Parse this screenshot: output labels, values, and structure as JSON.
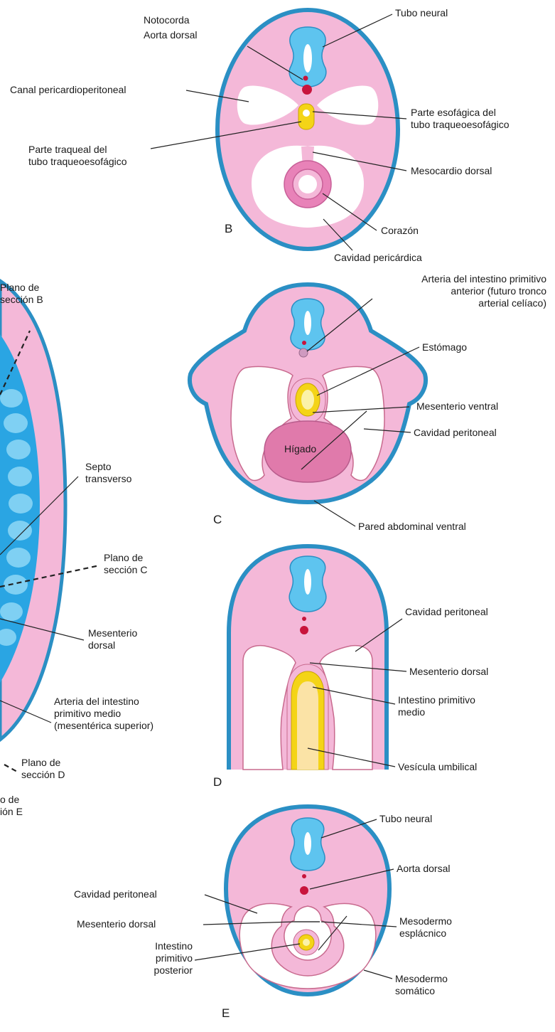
{
  "palette": {
    "body_pink": "#f4b8d8",
    "body_outline_blue": "#2b8fc4",
    "neural_tube": "#5ec4ef",
    "gut_yellow": "#f4d417",
    "aorta_red": "#c8143c",
    "liver": "#e07aab",
    "heart": "#e882b8",
    "yolk_cream": "#fbe3a6",
    "cavity_white": "#ffffff",
    "somite_blue": "#3cb4ea"
  },
  "panels": {
    "B": "B",
    "C": "C",
    "D": "D",
    "E": "E"
  },
  "labels": {
    "notocorda": "Notocorda",
    "aorta_dorsal_b": "Aorta dorsal",
    "tubo_neural_b": "Tubo neural",
    "canal_pericardio": "Canal pericardioperitoneal",
    "parte_esofagica": "Parte esofágica del\ntubo traqueoesofágico",
    "parte_traqueal": "Parte traqueal del\ntubo traqueoesofágico",
    "mesocardio_dorsal": "Mesocardio dorsal",
    "corazon": "Corazón",
    "cavidad_pericardica": "Cavidad pericárdica",
    "arteria_intestino_anterior": "Arteria del intestino primitivo\nanterior (futuro tronco\narterial celíaco)",
    "plano_b": "Plano de\nsección B",
    "estomago": "Estómago",
    "mesenterio_ventral": "Mesenterio ventral",
    "higado": "Hígado",
    "cavidad_peritoneal_c": "Cavidad peritoneal",
    "septo_transverso": "Septo\ntransverso",
    "pared_abdominal": "Pared abdominal ventral",
    "plano_c": "Plano de\nsección C",
    "cavidad_peritoneal_d": "Cavidad peritoneal",
    "mesenterio_dorsal_left": "Mesenterio\ndorsal",
    "mesenterio_dorsal_d": "Mesenterio dorsal",
    "arteria_intestino_medio": "Arteria del intestino\nprimitivo medio\n(mesentérica superior)",
    "intestino_medio": "Intestino primitivo\nmedio",
    "plano_d": "Plano de\nsección D",
    "vesicula_umbilical": "Vesícula umbilical",
    "plano_e": "o de\nión E",
    "tubo_neural_e": "Tubo neural",
    "aorta_dorsal_e": "Aorta dorsal",
    "cavidad_peritoneal_e": "Cavidad peritoneal",
    "mesenterio_dorsal_e": "Mesenterio dorsal",
    "mesodermo_esplacnico": "Mesodermo\nesplácnico",
    "intestino_posterior": "Intestino\nprimitivo\nposterior",
    "mesodermo_somatico": "Mesodermo\nsomático"
  }
}
